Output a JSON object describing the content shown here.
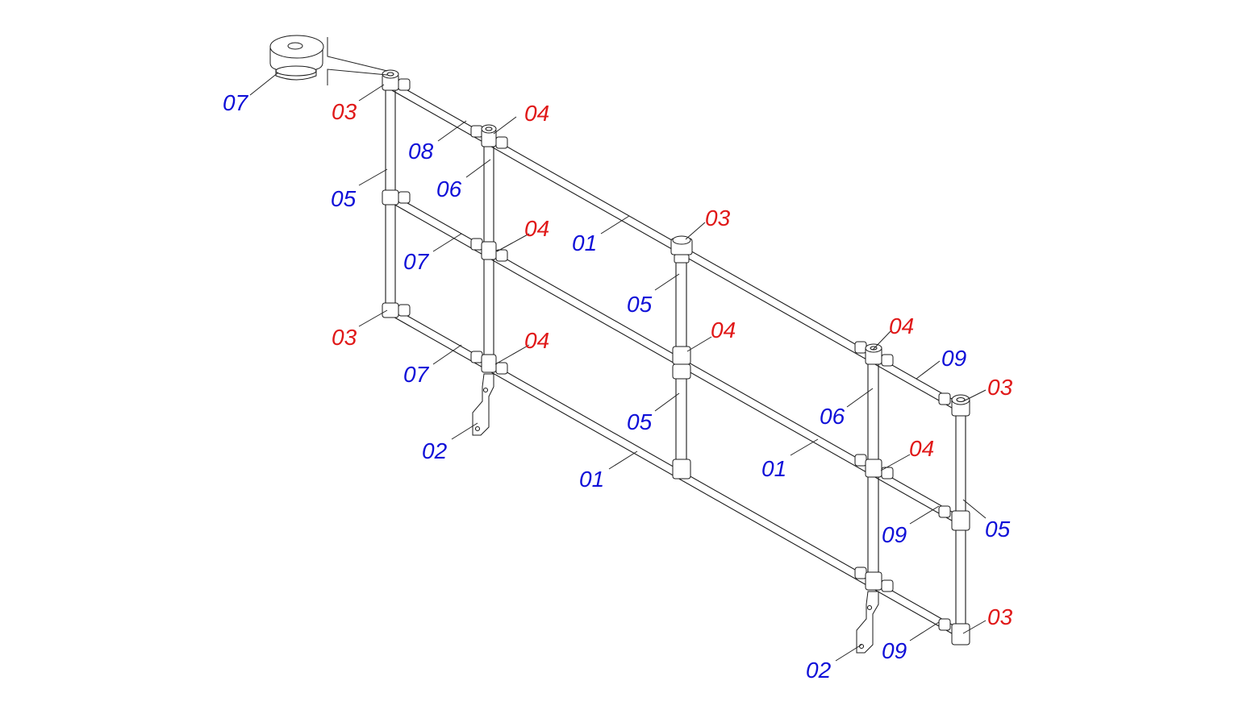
{
  "colors": {
    "blue_label": "#1010d8",
    "red_label": "#e01818",
    "line": "#1a1a1a",
    "background": "#ffffff"
  },
  "labels": {
    "cap_07": "07",
    "c03_top_left": "03",
    "c04_top": "04",
    "p08": "08",
    "p06_left": "06",
    "p05_left": "05",
    "p07_mid": "07",
    "c04_mid": "04",
    "p01_top": "01",
    "c03_center": "03",
    "p05_center_upper": "05",
    "c04_center": "04",
    "c03_bottom_left": "03",
    "p07_low": "07",
    "c04_low": "04",
    "p05_center_lower": "05",
    "p02_left": "02",
    "p01_bottom": "01",
    "c04_right_top": "04",
    "p09_top": "09",
    "c03_right_top": "03",
    "p06_right": "06",
    "p01_mid": "01",
    "c04_right_mid": "04",
    "p09_mid": "09",
    "p05_right": "05",
    "c03_right_bottom": "03",
    "p09_bottom": "09",
    "p02_right": "02"
  }
}
